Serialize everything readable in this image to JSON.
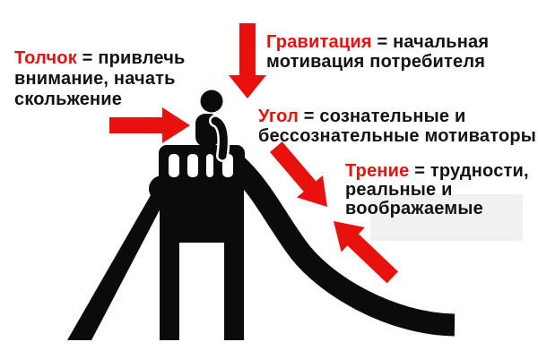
{
  "colors": {
    "background": "#ffffff",
    "silhouette_black": "#0b0b0b",
    "accent_red": "#e8110d",
    "text_black": "#121212",
    "highlight_box_gray": "#f1f1f1"
  },
  "icons": {
    "push_arrow": "red-arrow-right",
    "gravity_arrow": "red-arrow-down",
    "angle_arrow": "red-arrow-diagonal-down-right",
    "friction_arrow": "red-arrow-diagonal-up-left",
    "illustration": "playground-slide-with-child-silhouette"
  },
  "labels": {
    "push": {
      "keyword": "Толчок",
      "line1_rest": " = привлечь",
      "line2": "внимание, начать",
      "line3": "скольжение"
    },
    "gravity": {
      "keyword": "Гравитация",
      "line1_rest": " = начальная",
      "line2": "мотивация потребителя"
    },
    "angle": {
      "keyword": "Угол",
      "line1_rest": " = сознательные и",
      "line2": "бессознательные мотиваторы"
    },
    "friction": {
      "keyword": "Трение",
      "line1_rest": " = трудности,",
      "line2": "реальные и",
      "line3": "воображаемые"
    }
  }
}
